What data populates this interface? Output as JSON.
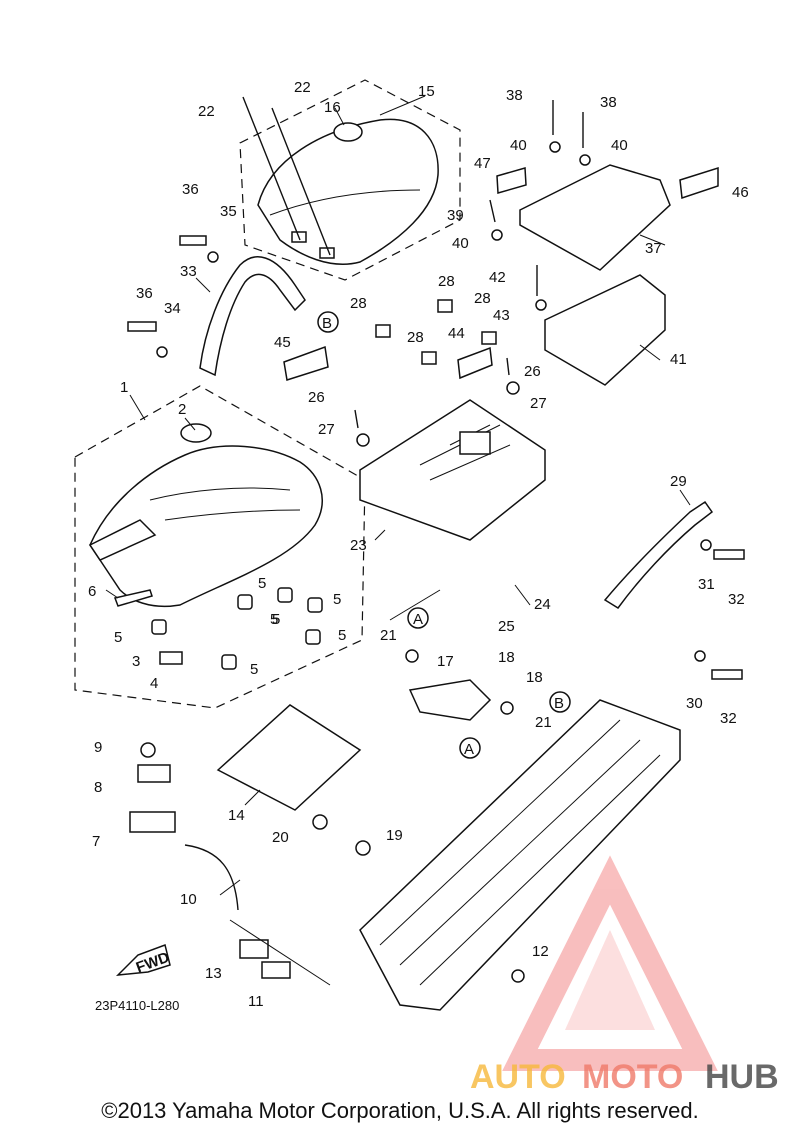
{
  "diagram": {
    "part_numbers": [
      "1",
      "2",
      "3",
      "4",
      "5",
      "5",
      "5",
      "5",
      "5",
      "5",
      "5",
      "6",
      "7",
      "8",
      "9",
      "10",
      "11",
      "12",
      "13",
      "14",
      "15",
      "16",
      "17",
      "18",
      "18",
      "19",
      "20",
      "21",
      "21",
      "22",
      "22",
      "23",
      "24",
      "25",
      "26",
      "26",
      "27",
      "27",
      "28",
      "28",
      "28",
      "28",
      "29",
      "30",
      "31",
      "32",
      "32",
      "33",
      "34",
      "35",
      "36",
      "36",
      "37",
      "38",
      "38",
      "39",
      "40",
      "40",
      "40",
      "41",
      "42",
      "43",
      "44",
      "45",
      "46",
      "47"
    ],
    "callout_a": "A",
    "callout_b": "B",
    "fwd_label": "FWD",
    "drawing_code": "23P4110-L280"
  },
  "watermark": {
    "auto": "AUTO",
    "moto": "MOTO",
    "hub": "HUB",
    "colors": {
      "auto": "#f7b93c",
      "moto": "#f07a6a",
      "hub": "#444444",
      "logo": "#f48a8a"
    }
  },
  "copyright": "©2013 Yamaha Motor Corporation, U.S.A. All rights reserved."
}
